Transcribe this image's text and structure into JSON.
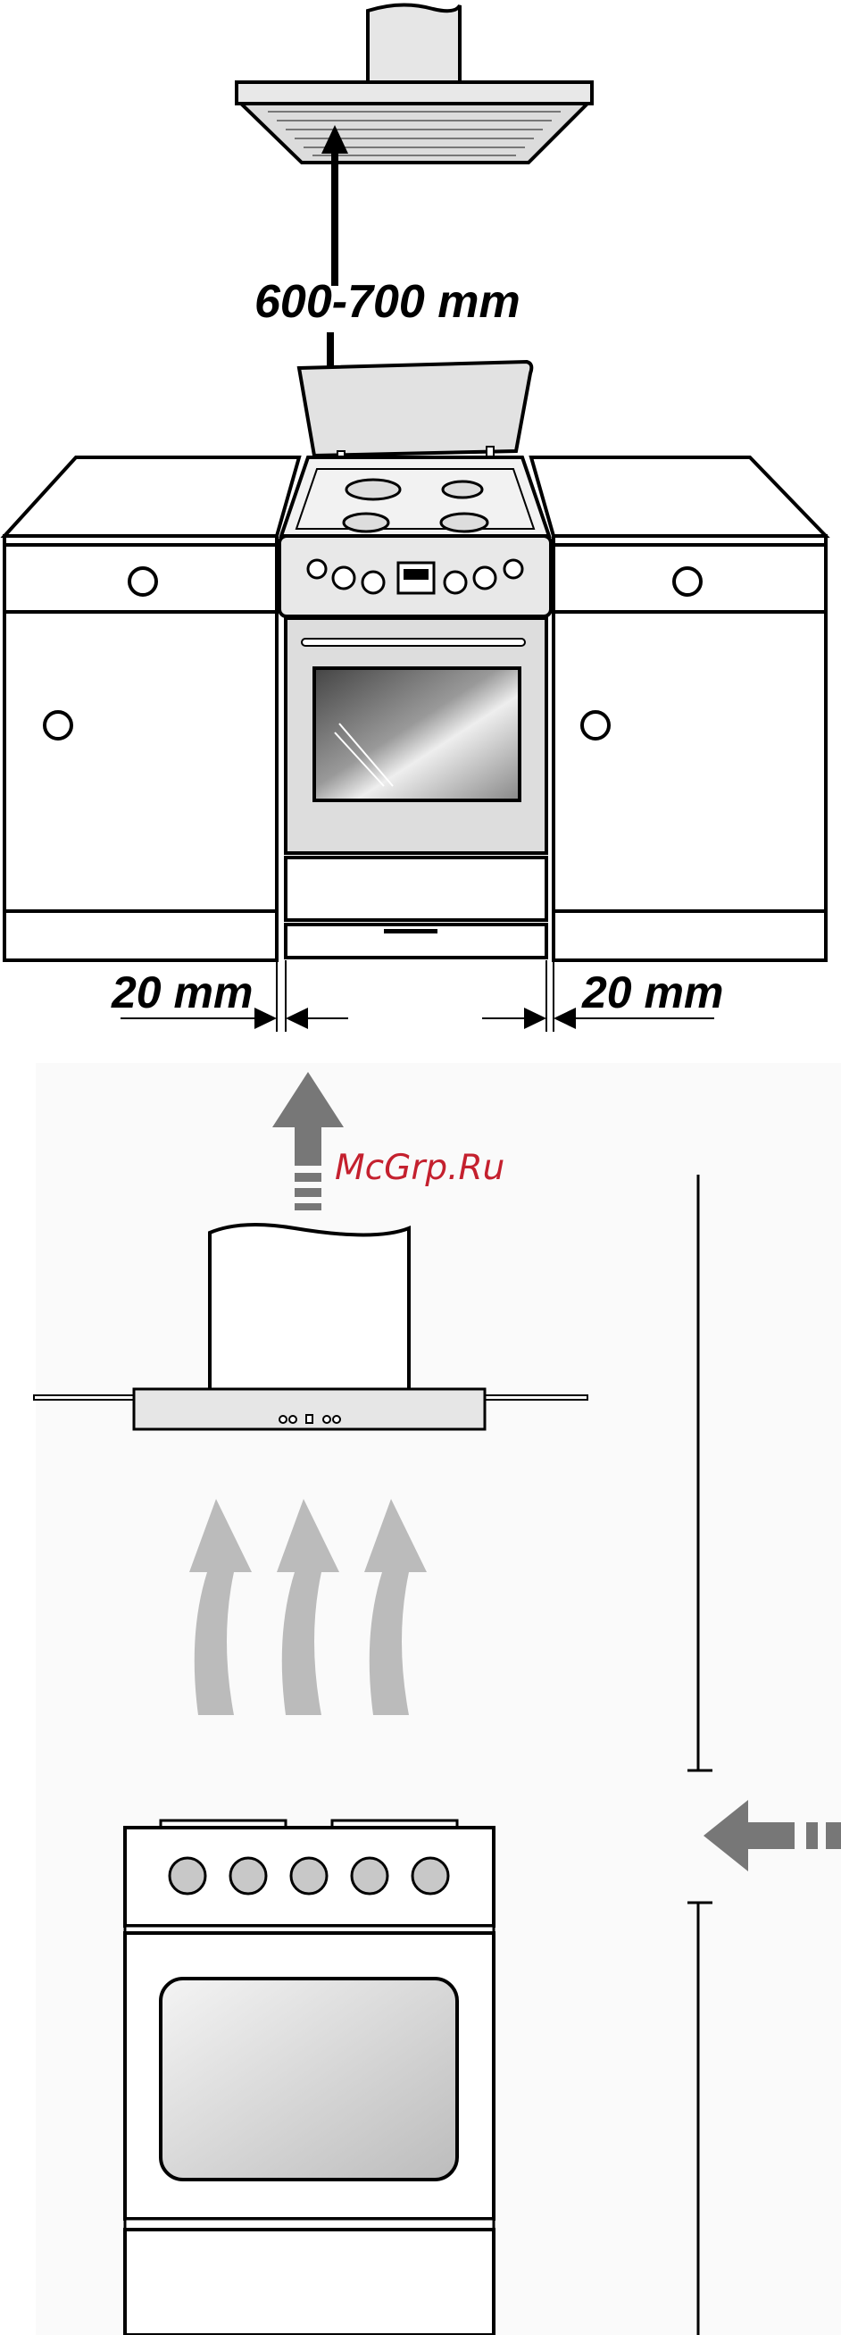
{
  "labels": {
    "hood_clearance": "600-700 mm",
    "side_gap_left": "20 mm",
    "side_gap_right": "20 mm"
  },
  "watermark": "McGrp.Ru",
  "colors": {
    "line": "#000000",
    "arrow_dark": "#777777",
    "arrow_light": "#bbbbbb",
    "panel_bg": "#fafafa",
    "watermark": "#c4202e"
  },
  "icons": [
    "up-arrow-icon",
    "left-arrow-icon",
    "heat-rising-icon"
  ]
}
